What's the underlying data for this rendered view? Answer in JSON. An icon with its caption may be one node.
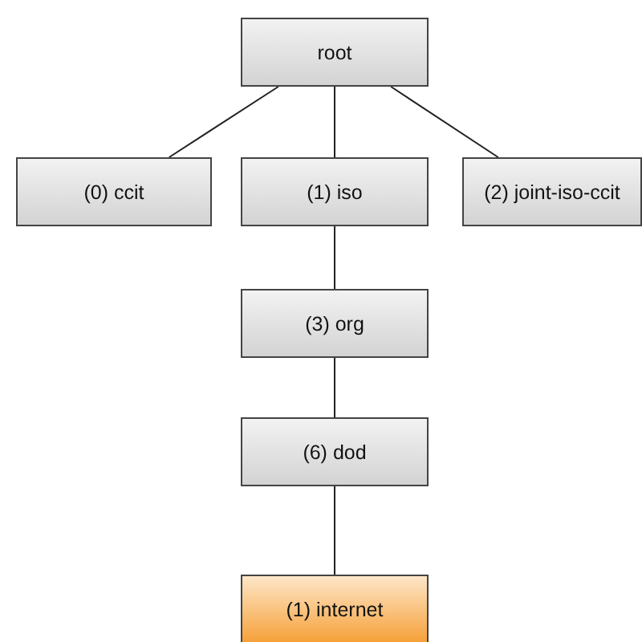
{
  "diagram": {
    "nodes": [
      {
        "text": [
          "root"
        ]
      },
      {
        "text": [
          "(0) ccit"
        ]
      },
      {
        "text": [
          "(1) iso"
        ]
      },
      {
        "text": [
          "(2) joint-iso-ccit"
        ]
      },
      {
        "text": [
          "(3) org"
        ]
      },
      {
        "text": [
          "(6) dod"
        ]
      },
      {
        "text": [
          "(1) internet"
        ]
      }
    ],
    "edges": [
      {
        "from": 0,
        "to": 1,
        "arrow": "none"
      },
      {
        "from": 0,
        "to": 2,
        "arrow": "none"
      },
      {
        "from": 0,
        "to": 3,
        "arrow": "none"
      },
      {
        "from": 2,
        "to": 4,
        "arrow": "none"
      },
      {
        "from": 4,
        "to": 5,
        "arrow": "none"
      },
      {
        "from": 5,
        "to": 6,
        "arrow": "none"
      }
    ]
  }
}
